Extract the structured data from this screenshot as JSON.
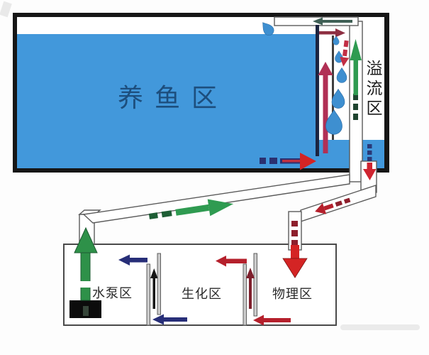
{
  "diagram": {
    "type": "aquarium-overflow-filtration-flow-diagram",
    "labels": {
      "fish_area": "养鱼区",
      "overflow_area": "溢流区",
      "pump_area": "水泵区",
      "bio_area": "生化区",
      "physical_area": "物理区"
    },
    "colors": {
      "water_blue": "#4298db",
      "drop_blue": "#3e8fd0",
      "green_flow": "#2f9b51",
      "pump_green": "#2e9149",
      "red_flow": "#d42424",
      "crimson_rise": "#b13055",
      "spill_crimson": "#8e2f42",
      "navy_flow": "#272e78",
      "maroon_flow": "#8e1f2c",
      "teal_return": "#3f5f55",
      "tank_border": "#161616",
      "pump_black": "#0c0c0c"
    }
  }
}
